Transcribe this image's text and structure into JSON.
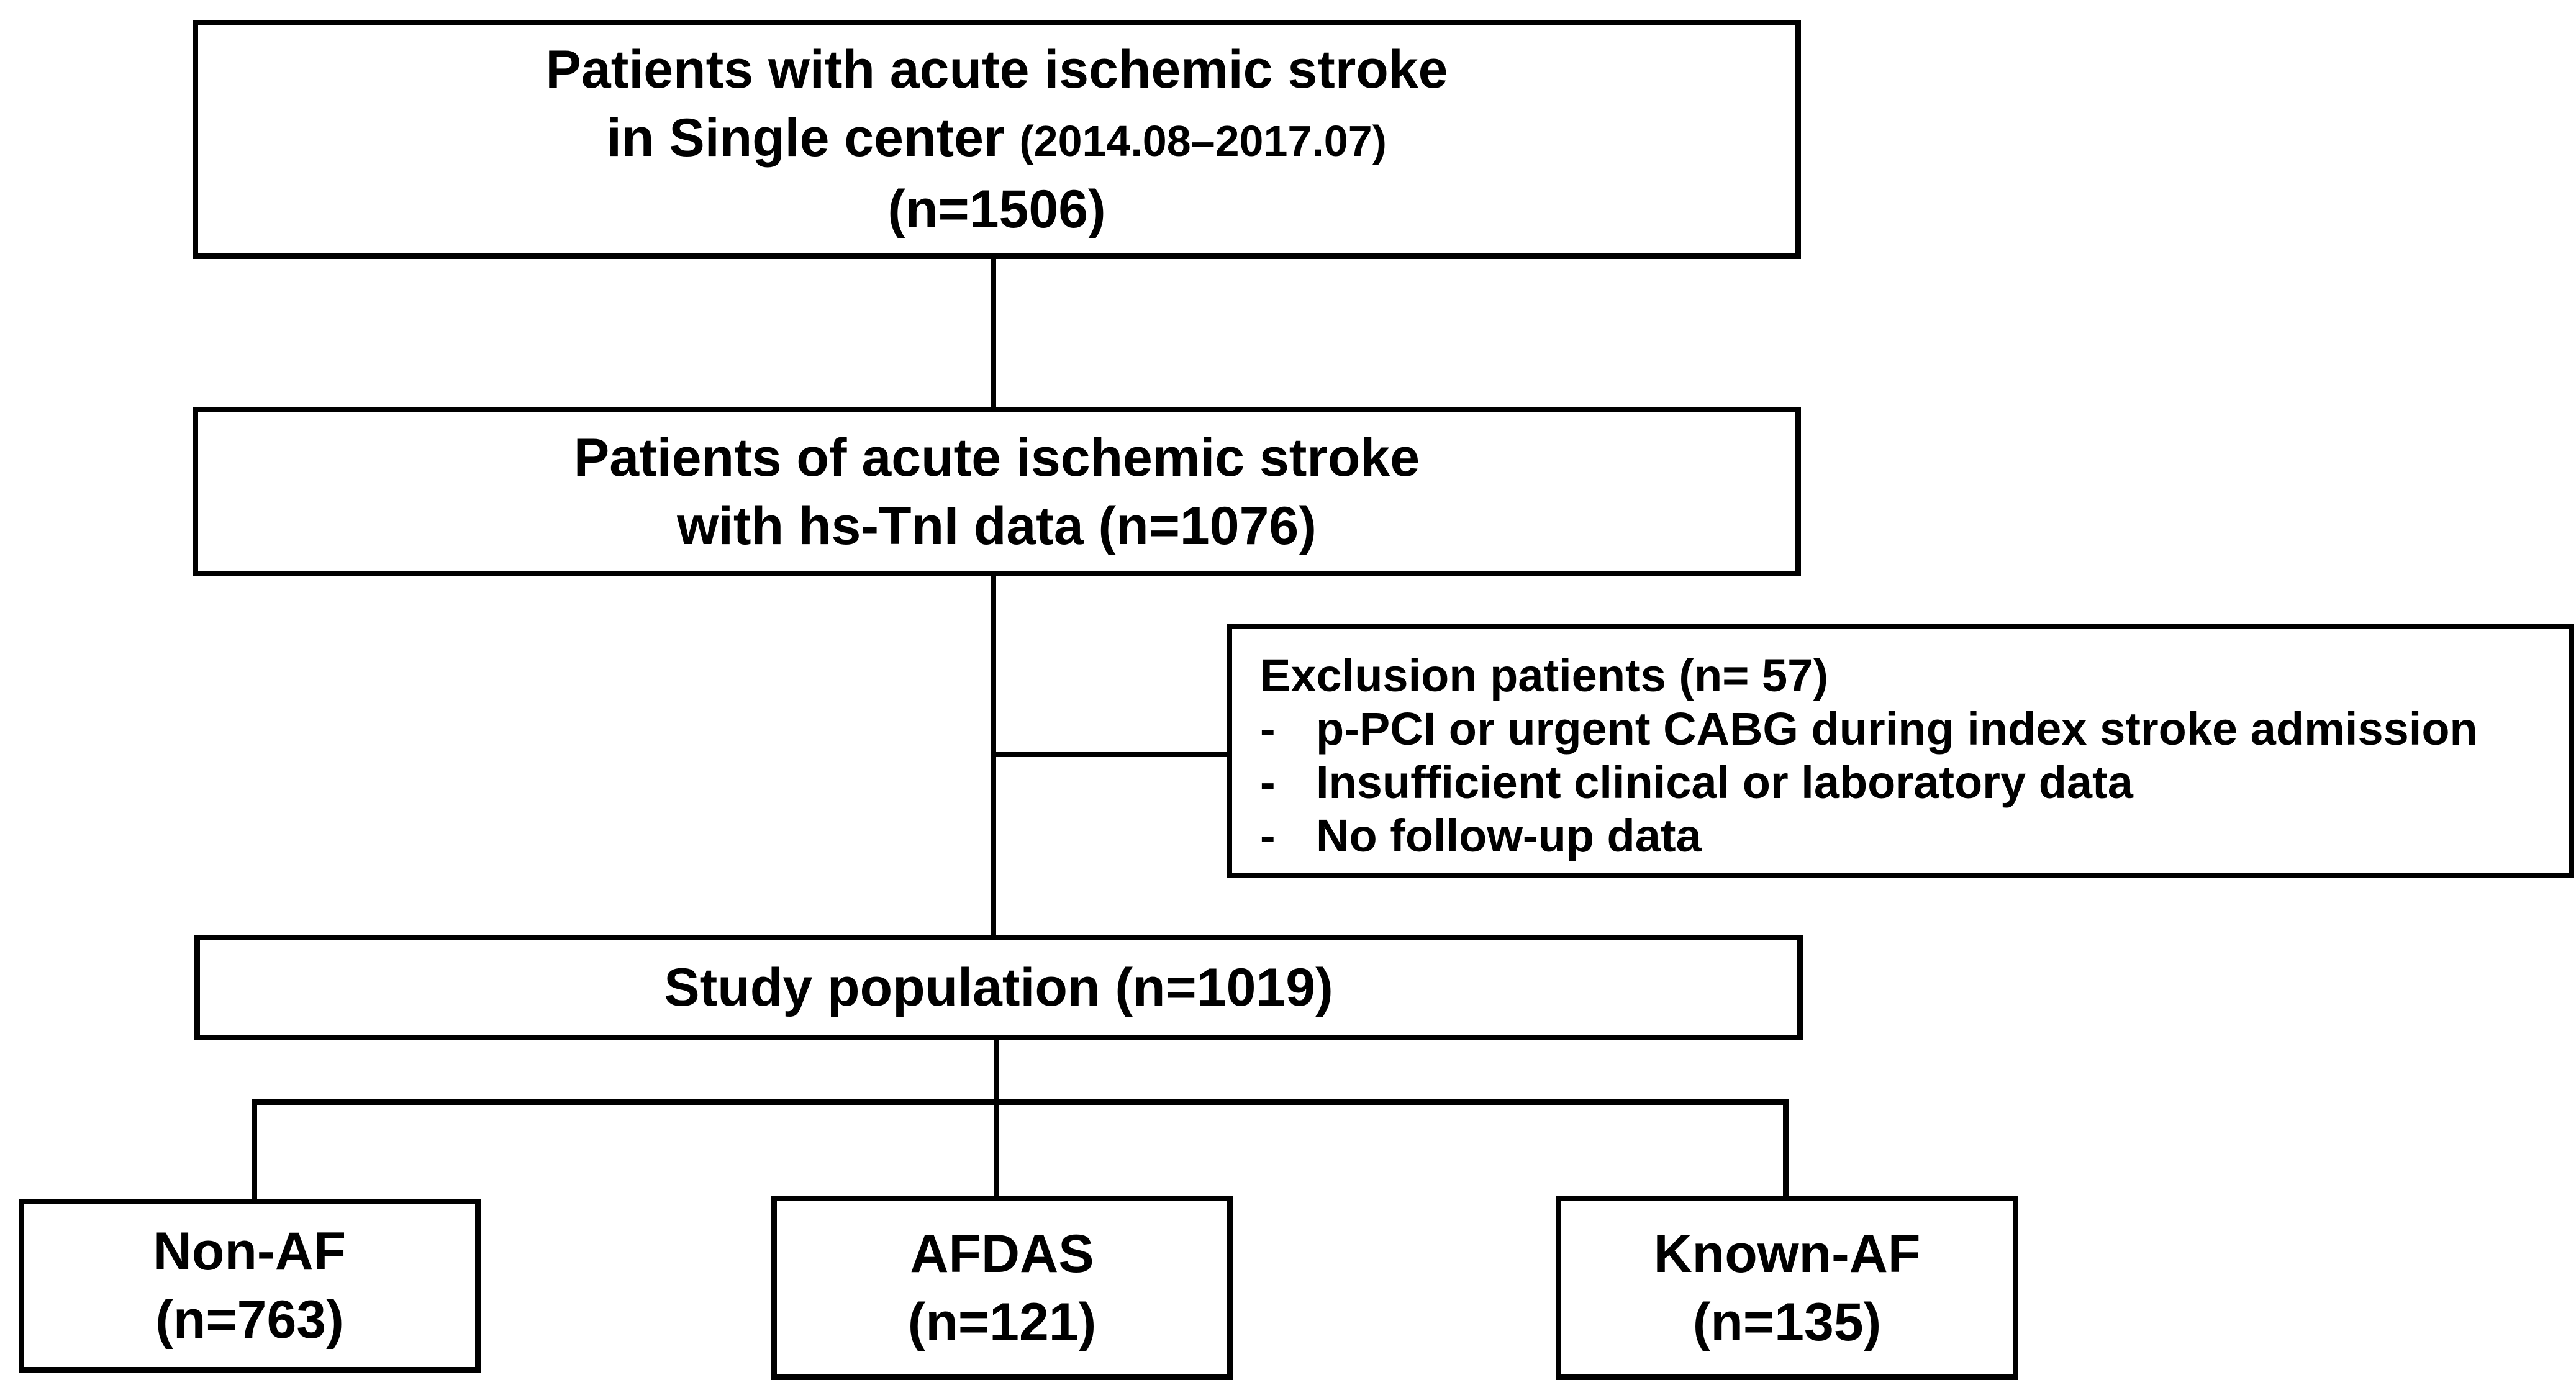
{
  "flowchart": {
    "box_enrolled": {
      "line1": "Patients with acute ischemic stroke",
      "line2": "in Single center",
      "period": "(2014.08–2017.07)",
      "count": "(n=1506)"
    },
    "box_hs_tni": {
      "line1": "Patients of acute ischemic stroke",
      "line2": "with hs-TnI data (n=1076)"
    },
    "box_exclusion": {
      "title": "Exclusion patients (n= 57)",
      "items": [
        {
          "dash": "-",
          "text": "p-PCI or urgent CABG during index stroke admission"
        },
        {
          "dash": "-",
          "text": "Insufficient clinical or laboratory data"
        },
        {
          "dash": "-",
          "text": "No follow-up data"
        }
      ]
    },
    "box_study": {
      "label": "Study population (n=1019)"
    },
    "groups": [
      {
        "name": "Non-AF",
        "count": "(n=763)"
      },
      {
        "name": "AFDAS",
        "count": "(n=121)"
      },
      {
        "name": "Known-AF",
        "count": "(n=135)"
      }
    ]
  }
}
